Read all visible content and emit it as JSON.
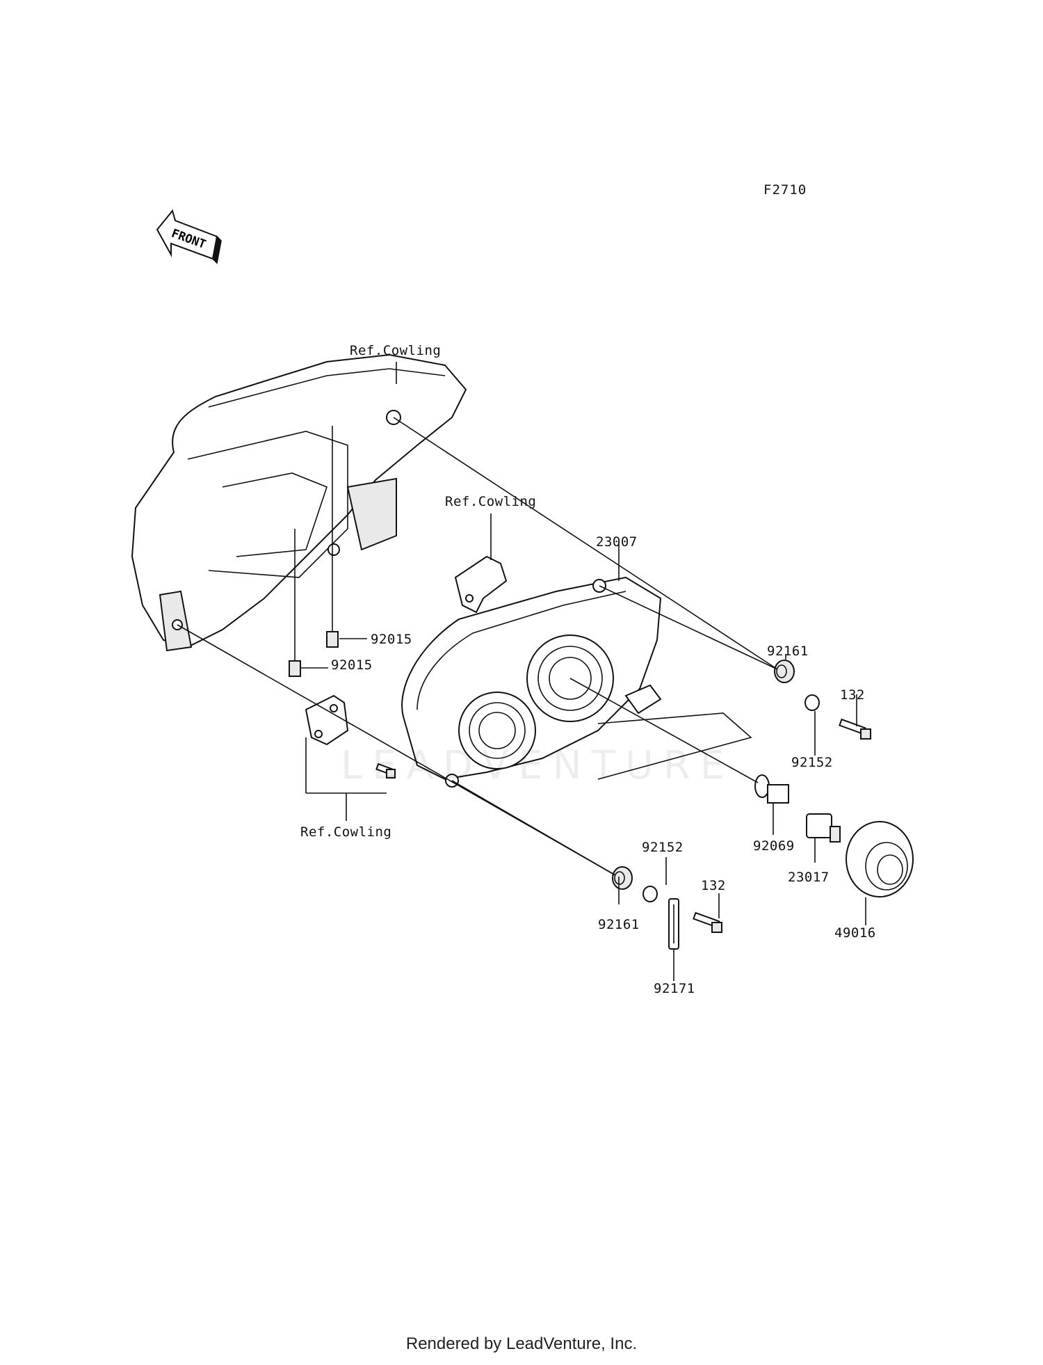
{
  "figure_code": "F2710",
  "front_label": "FRONT",
  "watermark": "LEADVENTURE",
  "footer": "Rendered by LeadVenture, Inc.",
  "part_labels": {
    "ref_cowling_top": "Ref.Cowling",
    "ref_cowling_mid": "Ref.Cowling",
    "ref_cowling_bottom": "Ref.Cowling",
    "p23007": "23007",
    "p92015_a": "92015",
    "p92015_b": "92015",
    "p92161_a": "92161",
    "p92161_b": "92161",
    "p92152_a": "92152",
    "p92152_b": "92152",
    "p132_a": "132",
    "p132_b": "132",
    "p92069": "92069",
    "p23017": "23017",
    "p49016": "49016",
    "p92171": "92171"
  }
}
